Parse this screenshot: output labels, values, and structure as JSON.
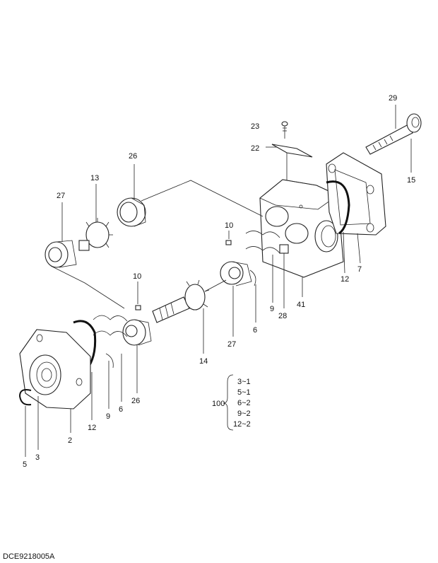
{
  "labels": {
    "p29": "29",
    "p23": "23",
    "p22": "22",
    "p15": "15",
    "p26a": "26",
    "p13": "13",
    "p27a": "27",
    "p10a": "10",
    "p12a": "12",
    "p7": "7",
    "p9a": "9",
    "p28": "28",
    "p41": "41",
    "p6a": "6",
    "p27b": "27",
    "p10b": "10",
    "p14": "14",
    "p26b": "26",
    "p6b": "6",
    "p9b": "9",
    "p12b": "12",
    "p2": "2",
    "p3": "3",
    "p5": "5"
  },
  "kit": {
    "number": "100",
    "items": [
      "3~1",
      "5~1",
      "6~2",
      "9~2",
      "12~2"
    ]
  },
  "drawing_code": "DCE9218005A"
}
